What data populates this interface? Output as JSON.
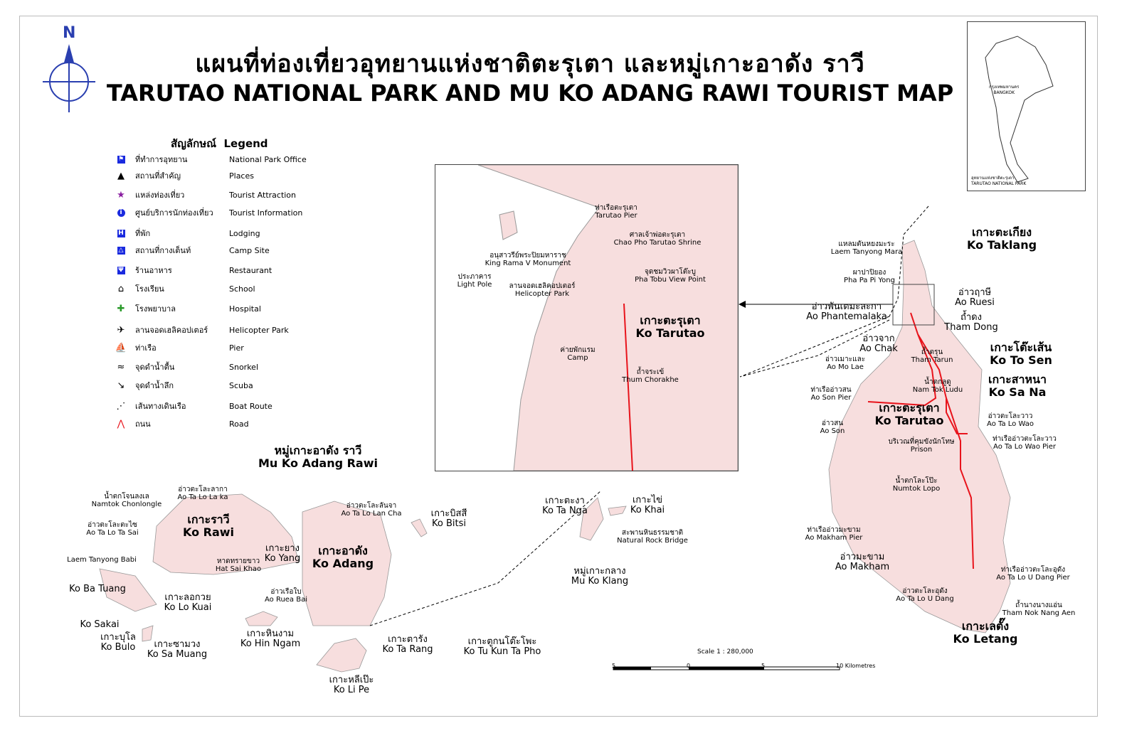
{
  "title": {
    "thai": "แผนที่ท่องเที่ยวอุทยานแห่งชาติตะรุเตา และหมู่เกาะอาดัง ราวี",
    "english": "TARUTAO NATIONAL PARK AND MU KO ADANG RAWI TOURIST MAP"
  },
  "compass": {
    "label": "N"
  },
  "legend": {
    "heading_th": "สัญลักษณ์",
    "heading_en": "Legend",
    "items": [
      {
        "th": "ที่ทำการอุทยาน",
        "en": "National Park Office",
        "icon": "office-icon"
      },
      {
        "th": "สถานที่สำคัญ",
        "en": "Places",
        "icon": "triangle-icon"
      },
      {
        "th": "แหล่งท่องเที่ยว",
        "en": "Tourist Attraction",
        "icon": "star-icon"
      },
      {
        "th": "ศูนย์บริการนักท่องเที่ยว",
        "en": "Tourist Information",
        "icon": "info-icon"
      },
      {
        "th": "ที่พัก",
        "en": "Lodging",
        "icon": "lodging-icon"
      },
      {
        "th": "สถานที่กางเต็นท์",
        "en": "Camp Site",
        "icon": "camp-icon"
      },
      {
        "th": "ร้านอาหาร",
        "en": "Restaurant",
        "icon": "restaurant-icon"
      },
      {
        "th": "โรงเรียน",
        "en": "School",
        "icon": "school-icon"
      },
      {
        "th": "โรงพยาบาล",
        "en": "Hospital",
        "icon": "hospital-icon"
      },
      {
        "th": "ลานจอดเฮลิคอปเตอร์",
        "en": "Helicopter Park",
        "icon": "helicopter-icon"
      },
      {
        "th": "ท่าเรือ",
        "en": "Pier",
        "icon": "pier-icon"
      },
      {
        "th": "จุดดำน้ำตื้น",
        "en": "Snorkel",
        "icon": "snorkel-icon"
      },
      {
        "th": "จุดดำน้ำลึก",
        "en": "Scuba",
        "icon": "scuba-icon"
      },
      {
        "th": "เส้นทางเดินเรือ",
        "en": "Boat Route",
        "icon": "boat-route-icon"
      },
      {
        "th": "ถนน",
        "en": "Road",
        "icon": "road-icon"
      }
    ]
  },
  "locator": {
    "bangkok_th": "กรุงเทพมหานคร",
    "bangkok_en": "BANGKOK",
    "park_th": "อุทยานแห่งชาติตะรุเตา",
    "park_en": "TARUTAO NATIONAL PARK"
  },
  "scale": {
    "label": "Scale 1 : 280,000",
    "ticks": [
      "5",
      "0",
      "5",
      "10 Kilometres"
    ]
  },
  "labels": [
    {
      "th": "เกาะตะเกียง",
      "en": "Ko Taklang"
    },
    {
      "th": "แหลมตันหยงมะระ",
      "en": "Laem Tanyong Mara"
    },
    {
      "th": "ผาปาปิยอง",
      "en": "Pha Pa Pi Yong"
    },
    {
      "th": "อ่าวพันเตมะละกา",
      "en": "Ao Phantemalaka"
    },
    {
      "th": "อ่าวฤาษี",
      "en": "Ao Ruesi"
    },
    {
      "th": "ถ้ำดง",
      "en": "Tham Dong"
    },
    {
      "th": "อ่าวจาก",
      "en": "Ao Chak"
    },
    {
      "th": "ถ้ำตรุน",
      "en": "Tham Tarun"
    },
    {
      "th": "อ่าวเมาะและ",
      "en": "Ao Mo Lae"
    },
    {
      "th": "เกาะโต๊ะเส้น",
      "en": "Ko To Sen"
    },
    {
      "th": "น้ำตกลูดู",
      "en": "Nam Tok Ludu"
    },
    {
      "th": "ท่าเรืออ่าวสน",
      "en": "Ao Son Pier"
    },
    {
      "th": "เกาะสาหนา",
      "en": "Ko Sa Na"
    },
    {
      "th": "เกาะตะรุเตา",
      "en": "Ko Tarutao"
    },
    {
      "th": "อ่าวสน",
      "en": "Ao Son"
    },
    {
      "th": "อ่าวตะโละวาว",
      "en": "Ao Ta Lo Wao"
    },
    {
      "th": "ท่าเรืออ่าวตะโละวาว",
      "en": "Ao Ta Lo Wao Pier"
    },
    {
      "th": "บริเวณที่คุมขังนักโทษ",
      "en": "Prison"
    },
    {
      "th": "น้ำตกโละโป๊ะ",
      "en": "Numtok Lopo"
    },
    {
      "th": "ท่าเรืออ่าวมะขาม",
      "en": "Ao Makham Pier"
    },
    {
      "th": "อ่าวมะขาม",
      "en": "Ao Makham"
    },
    {
      "th": "ท่าเรืออ่าวตะโละอุดัง",
      "en": "Ao Ta Lo U Dang Pier"
    },
    {
      "th": "อ่าวตะโละอุดัง",
      "en": "Ao Ta Lo U Dang"
    },
    {
      "th": "ถ้ำนางนางแอ่น",
      "en": "Tham Nok Nang Aen"
    },
    {
      "th": "เกาะเลตั๊ง",
      "en": "Ko Letang"
    },
    {
      "th": "หมู่เกาะอาดัง ราวี",
      "en": "Mu Ko Adang Rawi"
    },
    {
      "th": "อ่าวตะโละลากา",
      "en": "Ao Ta Lo La ka"
    },
    {
      "th": "น้ำตกโจนลงเล",
      "en": "Namtok Chonlongle"
    },
    {
      "th": "อ่าวตะโละตะไซ",
      "en": "Ao Ta Lo Ta Sai"
    },
    {
      "th": "เกาะราวี",
      "en": "Ko Rawi"
    },
    {
      "th": "",
      "en": "Laem Tanyong Babi"
    },
    {
      "th": "อ่าวตะโละลันจา",
      "en": "Ao Ta Lo Lan Cha"
    },
    {
      "th": "เกาะบิสสี",
      "en": "Ko Bitsi"
    },
    {
      "th": "เกาะยาง",
      "en": "Ko Yang"
    },
    {
      "th": "หาดทรายขาว",
      "en": "Hat Sai Khao"
    },
    {
      "th": "เกาะอาดัง",
      "en": "Ko Adang"
    },
    {
      "th": "",
      "en": "Ko Ba Tuang"
    },
    {
      "th": "เกาะลอกวย",
      "en": "Ko Lo Kuai"
    },
    {
      "th": "อ่าวเรือใบ",
      "en": "Ao Ruea Bai"
    },
    {
      "th": "",
      "en": "Ko Sakai"
    },
    {
      "th": "เกาะบุโล",
      "en": "Ko Bulo"
    },
    {
      "th": "เกาะซามวง",
      "en": "Ko Sa Muang"
    },
    {
      "th": "เกาะหินงาม",
      "en": "Ko Hin Ngam"
    },
    {
      "th": "เกาะตารัง",
      "en": "Ko Ta Rang"
    },
    {
      "th": "เกาะหลีเป๊ะ",
      "en": "Ko Li Pe"
    },
    {
      "th": "เกาะตะงา",
      "en": "Ko Ta Nga"
    },
    {
      "th": "เกาะไข่",
      "en": "Ko Khai"
    },
    {
      "th": "สะพานหินธรรมชาติ",
      "en": "Natural Rock Bridge"
    },
    {
      "th": "หมู่เกาะกลาง",
      "en": "Mu Ko Klang"
    },
    {
      "th": "เกาะตูกนโต๊ะโพะ",
      "en": "Ko Tu Kun Ta Pho"
    }
  ],
  "inset_labels": [
    {
      "th": "ท่าเรือตะรุเตา",
      "en": "Tarutao Pier"
    },
    {
      "th": "ศาลเจ้าพ่อตะรุเตา",
      "en": "Chao Pho Tarutao Shrine"
    },
    {
      "th": "อนุสาวรีย์พระปิยมหาราช",
      "en": "King Rama V Monument"
    },
    {
      "th": "จุดชมวิวผาโต๊ะบู",
      "en": "Pha Tobu View Point"
    },
    {
      "th": "ประภาคาร",
      "en": "Light Pole"
    },
    {
      "th": "ลานจอดเฮลิคอปเตอร์",
      "en": "Helicopter Park"
    },
    {
      "th": "เกาะตะรุเตา",
      "en": "Ko Tarutao"
    },
    {
      "th": "ค่ายพักแรม",
      "en": "Camp"
    },
    {
      "th": "ถ้ำจระเข้",
      "en": "Thum Chorakhe"
    }
  ],
  "colors": {
    "land": "#f7dede",
    "road": "#e8141c",
    "attraction": "#8a1fa0",
    "lodging": "#1a2adf"
  }
}
